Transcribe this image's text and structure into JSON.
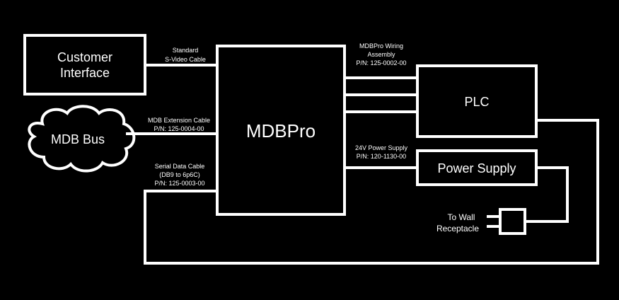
{
  "blocks": {
    "customer_line1": "Customer",
    "customer_line2": "Interface",
    "mdb_bus": "MDB Bus",
    "mdbpro": "MDBPro",
    "plc": "PLC",
    "power_supply": "Power Supply",
    "wall_line1": "To Wall",
    "wall_line2": "Receptacle"
  },
  "labels": {
    "svideo_line1": "Standard",
    "svideo_line2": "S-Video Cable",
    "mdb_ext_line1": "MDB Extension Cable",
    "mdb_ext_line2": "P/N: 125-0004-00",
    "serial_line1": "Serial Data Cable",
    "serial_line2": "(DB9 to 6p6C)",
    "serial_line3": "P/N: 125-0003-00",
    "wiring_line1": "MDBPro Wiring",
    "wiring_line2": "Assembly",
    "wiring_line3": "P/N: 125-0002-00",
    "psu_line1": "24V Power Supply",
    "psu_line2": "P/N: 120-1130-00"
  }
}
